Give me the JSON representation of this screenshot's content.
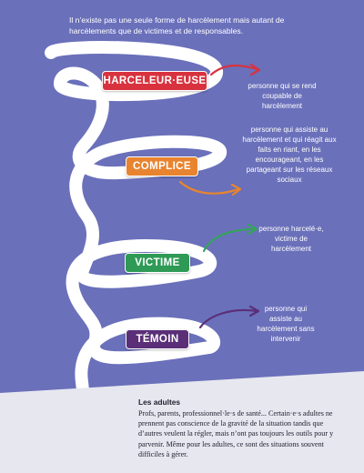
{
  "intro": "Il n’existe pas une seule forme de harcèlement mais autant de harcèlements que de victimes et de responsables.",
  "roles": [
    {
      "label": "HARCELEUR·EUSE",
      "color": "#d8323e",
      "arrow_color": "#d8323e",
      "description": "personne qui se rend coupable de harcèlement"
    },
    {
      "label": "COMPLICE",
      "color": "#e8842f",
      "arrow_color": "#e8842f",
      "description": "personne qui assiste au harcèlement et qui réagit aux faits en riant, en les encourageant, en les partageant sur les réseaux sociaux"
    },
    {
      "label": "VICTIME",
      "color": "#2e9a56",
      "arrow_color": "#36a35c",
      "description": "personne harcelé·e, victime de harcèlement"
    },
    {
      "label": "TÉMOIN",
      "color": "#5a2f78",
      "arrow_color": "#5a2f78",
      "description": "personne qui assiste au harcèlement sans intervenir"
    }
  ],
  "footer": {
    "title": "Les adultes",
    "text": "Profs, parents, professionnel·le·s de santé... Certain·e·s adultes ne prennent pas conscience de la gravité de la situation tandis que d’autres veulent la régler, mais n’ont pas toujours les outils pour y parvenir. Même pour les adultes, ce sont des situations souvent difficiles à gérer."
  },
  "colors": {
    "background": "#6a70ba",
    "spiral": "#ffffff",
    "footer_bg": "#e7e7ef"
  }
}
